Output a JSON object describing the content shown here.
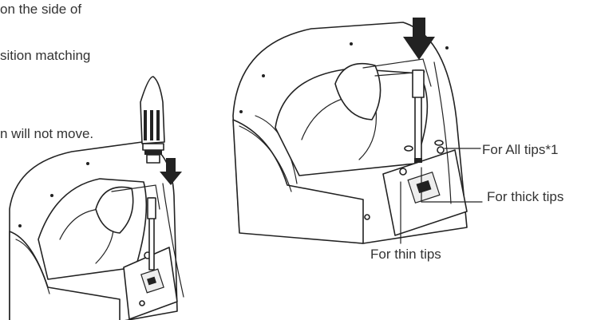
{
  "instructions": {
    "line1": "on the side of",
    "line2": "sition matching",
    "line3": "n will not move."
  },
  "labels": {
    "all_tips": "For All tips*1",
    "thick_tips": "For thick tips",
    "thin_tips": "For thin tips"
  },
  "colors": {
    "line": "#222222",
    "text": "#333333",
    "background": "#ffffff"
  }
}
